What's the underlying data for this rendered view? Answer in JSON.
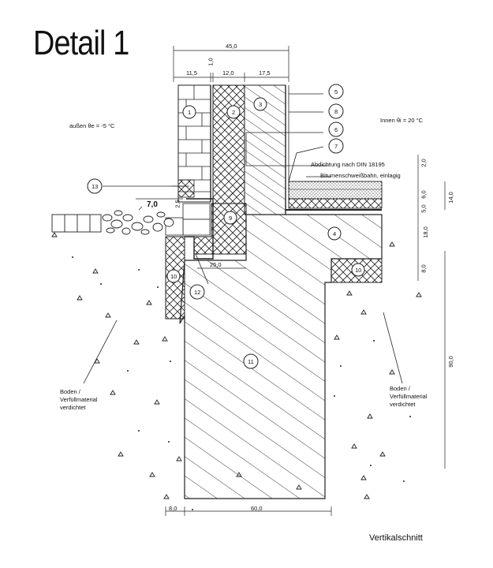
{
  "title": "Detail 1",
  "caption": "Vertikalschnitt",
  "labels": {
    "outside_temp": "außen θe = -5 °C",
    "inside_temp": "Innen θi = 20 °C",
    "sealing": "Abdichtung nach DIN 18195",
    "bitumen": "Bitumenschweißbahn, einlagig",
    "soil_left": "Boden / Verfüllmaterial verdichtet",
    "soil_right": "Boden / Verfüllmaterial verdichtet"
  },
  "dimensions": {
    "top_total": "45,0",
    "top_parts": [
      "11,5",
      "1,0",
      "12,0",
      "17,5"
    ],
    "left_7": "7,0",
    "left_23": "2,5",
    "mid_25": "25,0",
    "right_stack": [
      "2,0",
      "6,0",
      "5,0",
      "14,0",
      "18,0",
      "8,0",
      "90,0"
    ],
    "bottom_parts": [
      "8,0",
      "60,0"
    ]
  },
  "callouts": [
    "1",
    "2",
    "3",
    "4",
    "5",
    "6",
    "7",
    "8",
    "9",
    "10",
    "10",
    "11",
    "12",
    "13"
  ]
}
